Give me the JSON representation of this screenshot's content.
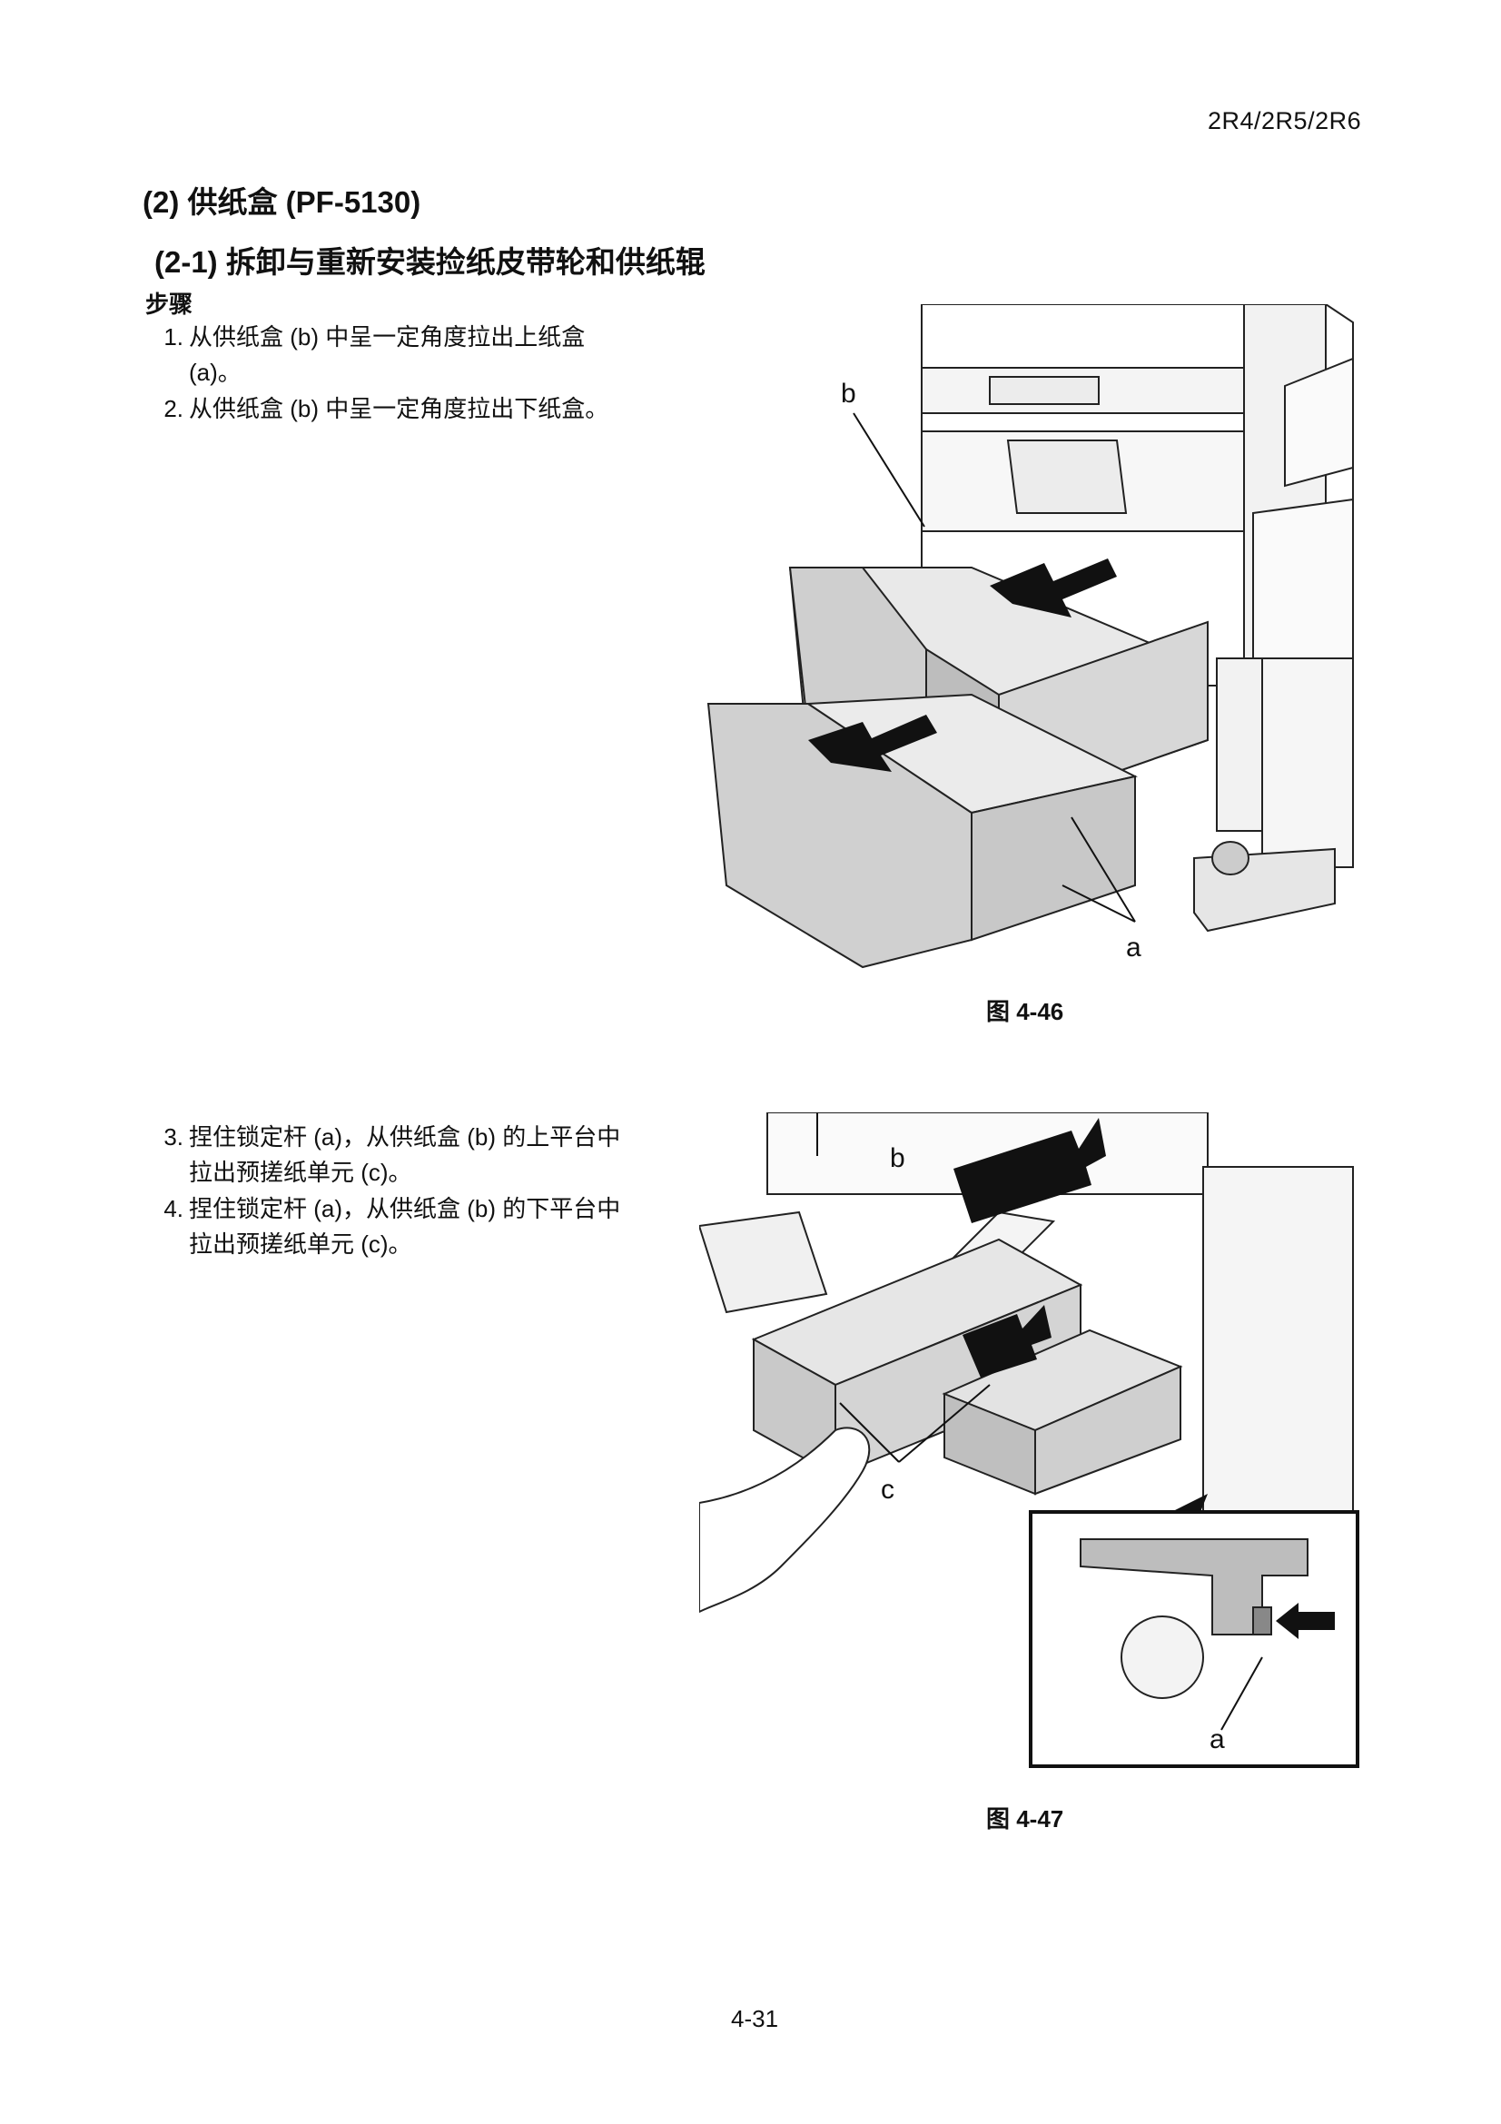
{
  "header": {
    "model_code": "2R4/2R5/2R6"
  },
  "section": {
    "title": "(2) 供纸盒 (PF-5130)"
  },
  "subsection": {
    "title": "(2-1) 拆卸与重新安装捡纸皮带轮和供纸辊"
  },
  "procedure": {
    "heading": "步骤",
    "steps": [
      {
        "num": "1.",
        "line1": "从供纸盒 (b) 中呈一定角度拉出上纸盒",
        "line2": "(a)。"
      },
      {
        "num": "2.",
        "line1": "从供纸盒 (b) 中呈一定角度拉出下纸盒。",
        "line2": ""
      },
      {
        "num": "3.",
        "line1": "捏住锁定杆 (a)，从供纸盒 (b) 的上平台中",
        "line2": "拉出预搓纸单元 (c)。"
      },
      {
        "num": "4.",
        "line1": "捏住锁定杆 (a)，从供纸盒 (b) 的下平台中",
        "line2": "拉出预搓纸单元 (c)。"
      }
    ]
  },
  "figures": [
    {
      "caption": "图 4-46",
      "labels": {
        "b": "b",
        "a": "a"
      }
    },
    {
      "caption": "图 4-47",
      "labels": {
        "b": "b",
        "c": "c",
        "a": "a"
      }
    }
  ],
  "footer": {
    "page_number": "4-31"
  }
}
